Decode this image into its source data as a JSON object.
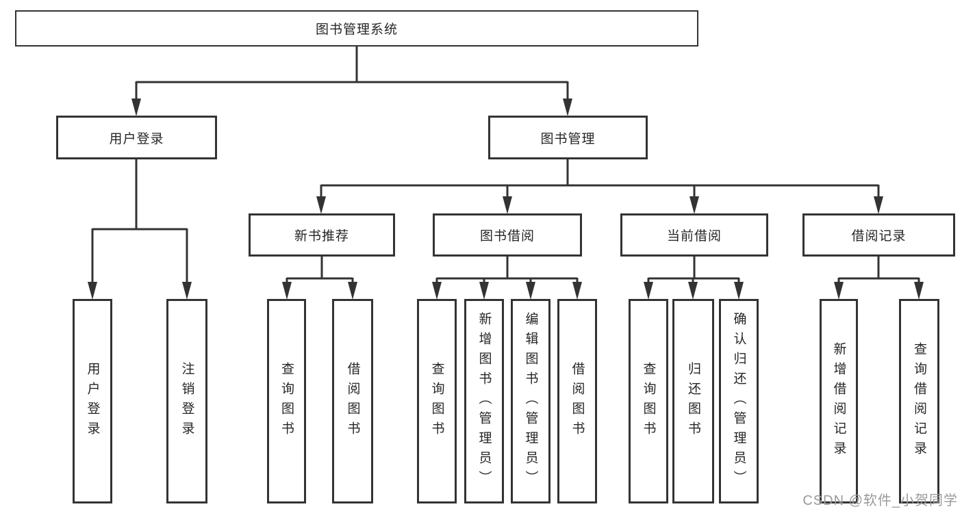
{
  "diagram": {
    "root": {
      "label": "图书管理系统"
    },
    "level1": [
      {
        "label": "用户登录"
      },
      {
        "label": "图书管理"
      }
    ],
    "level2": [
      {
        "label": "新书推荐"
      },
      {
        "label": "图书借阅"
      },
      {
        "label": "当前借阅"
      },
      {
        "label": "借阅记录"
      }
    ],
    "leaves": [
      {
        "label": "用户登录"
      },
      {
        "label": "注销登录"
      },
      {
        "label": "查询图书"
      },
      {
        "label": "借阅图书"
      },
      {
        "label": "查询图书"
      },
      {
        "label": "新增图书（管理员）"
      },
      {
        "label": "编辑图书（管理员）"
      },
      {
        "label": "借阅图书"
      },
      {
        "label": "查询图书"
      },
      {
        "label": "归还图书"
      },
      {
        "label": "确认归还（管理员）"
      },
      {
        "label": "新增借阅记录"
      },
      {
        "label": "查询借阅记录"
      }
    ]
  },
  "watermark": {
    "text": "CSDN @软件_小贺同学"
  },
  "colors": {
    "line": "#333333",
    "text": "#262626",
    "watermark": "#9a9a9a",
    "background": "#ffffff"
  }
}
